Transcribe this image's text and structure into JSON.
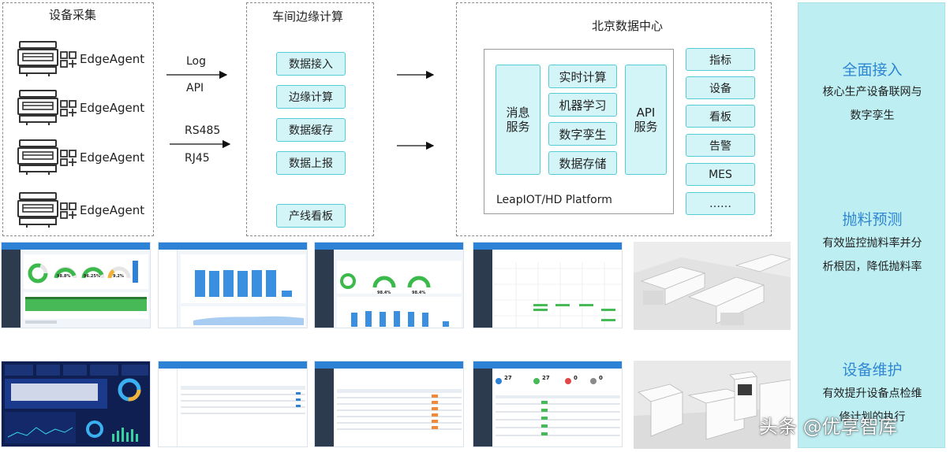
{
  "sections": {
    "collection_title": "设备采集",
    "edge_title": "车间边缘计算",
    "datacenter_title": "北京数据中心"
  },
  "agents": [
    "EdgeAgent",
    "EdgeAgent",
    "EdgeAgent",
    "EdgeAgent"
  ],
  "protocols": {
    "log": "Log",
    "api": "API",
    "rs485": "RS485",
    "rj45": "RJ45"
  },
  "edge_items": [
    "数据接入",
    "边缘计算",
    "数据缓存",
    "数据上报",
    "产线看板"
  ],
  "platform": {
    "message_service": "消息\n服务",
    "realtime": "实时计算",
    "ml": "机器学习",
    "digital_twin": "数字孪生",
    "storage": "数据存储",
    "api_service": "API\n服务",
    "name": "LeapIOT/HD Platform"
  },
  "outputs": [
    "指标",
    "设备",
    "看板",
    "告警",
    "MES",
    "……"
  ],
  "features": [
    {
      "title": "全面接入",
      "desc_lines": [
        "核心生产设备联网与",
        "数字孪生"
      ]
    },
    {
      "title": "抛料预测",
      "desc_lines": [
        "有效监控抛料率并分",
        "析根因，降低抛料率"
      ]
    },
    {
      "title": "设备维护",
      "desc_lines": [
        "有效提升设备点检维",
        "修计划的执行"
      ]
    }
  ],
  "gauges": {
    "g1": "98.8%",
    "g2": "96.25%",
    "g3": "9.2%",
    "g4": "98.4%",
    "g5": "98.4%"
  },
  "stats": [
    "27",
    "27",
    "0",
    "0"
  ],
  "watermark": "头条 @优享智库",
  "colors": {
    "accent_blue": "#2f86d1",
    "box_fill": "#d4f5f8",
    "box_border": "#55cbd6",
    "panel": "#bdeef2"
  }
}
